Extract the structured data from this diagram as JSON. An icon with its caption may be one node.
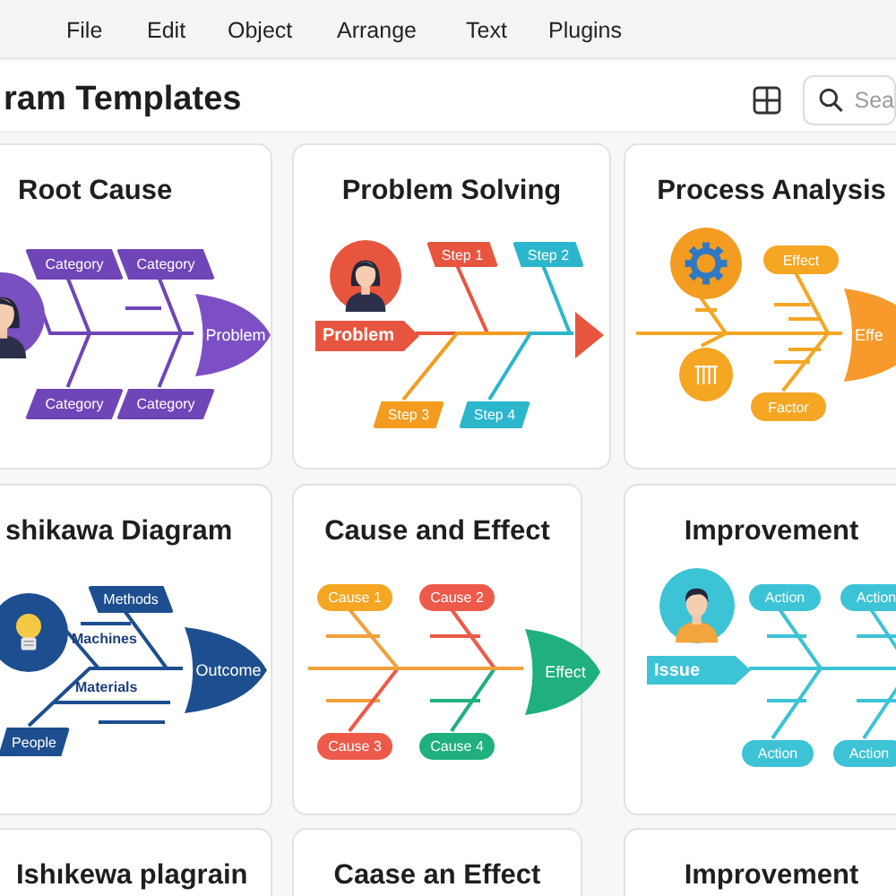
{
  "diagram": {
    "title": "ram Templates",
    "nodes": [
      {
        "text": [
          "Root Cause"
        ]
      },
      {
        "text": [],
        "shape": "picture",
        "in": 0
      },
      {
        "text": [
          "Category"
        ],
        "in": 0
      },
      {
        "text": [
          "Category"
        ],
        "in": 0
      },
      {
        "text": [
          "Category"
        ],
        "in": 0
      },
      {
        "text": [
          "Category"
        ],
        "in": 0
      },
      {
        "text": [
          "Problem"
        ],
        "in": 0
      },
      {
        "text": [
          "Problem Solving"
        ]
      },
      {
        "text": [],
        "shape": "picture",
        "in": 7
      },
      {
        "text": [
          "Step 1"
        ],
        "in": 7
      },
      {
        "text": [
          "Step 2"
        ],
        "in": 7
      },
      {
        "text": [
          "Problem"
        ],
        "in": 7
      },
      {
        "text": [],
        "shape": "triangle",
        "in": 7
      },
      {
        "text": [
          "Step 3"
        ],
        "in": 7
      },
      {
        "text": [
          "Step 4"
        ],
        "in": 7
      },
      {
        "text": [
          "Process Analysis"
        ]
      },
      {
        "text": [],
        "shape": "circle",
        "in": 15
      },
      {
        "text": [
          "Effect"
        ],
        "in": 15
      },
      {
        "text": [
          "Effe"
        ],
        "in": 15
      },
      {
        "text": [],
        "shape": "circle",
        "in": 15
      },
      {
        "text": [
          "Factor"
        ],
        "in": 15
      },
      {
        "text": [
          "shikawa Diagram"
        ]
      },
      {
        "text": [],
        "shape": "circle",
        "in": 21
      },
      {
        "text": [
          "Methods"
        ],
        "in": 21
      },
      {
        "text": [
          "Outcome"
        ],
        "in": 21
      },
      {
        "text": [
          "People"
        ],
        "in": 21
      },
      {
        "text": [
          "Cause and Effect"
        ]
      },
      {
        "text": [
          "Cause 1"
        ],
        "in": 26
      },
      {
        "text": [
          "Cause 2"
        ],
        "in": 26
      },
      {
        "text": [
          "Effect"
        ],
        "in": 26
      },
      {
        "text": [
          "Cause 3"
        ],
        "in": 26
      },
      {
        "text": [
          "Cause 4"
        ],
        "in": 26
      },
      {
        "text": [
          "Improvement"
        ]
      },
      {
        "text": [],
        "shape": "picture",
        "in": 32
      },
      {
        "text": [
          "Action"
        ],
        "in": 32
      },
      {
        "text": [
          "Action"
        ],
        "in": 32
      },
      {
        "text": [
          "Issue"
        ],
        "in": 32
      },
      {
        "text": [
          "Action"
        ],
        "in": 32
      },
      {
        "text": [
          "Action"
        ],
        "in": 32
      },
      {
        "text": [
          "Ishıkewa plagrain"
        ]
      },
      {
        "text": [
          "Caase an Effect"
        ]
      },
      {
        "text": [
          "Improvement"
        ]
      }
    ],
    "edges": [
      {
        "from": 1,
        "to": 6,
        "arrow": "none",
        "color": "#6f45b8"
      },
      {
        "from": 2,
        "to": 6,
        "arrow": "none",
        "color": "#6f45b8"
      },
      {
        "from": 3,
        "to": 6,
        "arrow": "none",
        "color": "#6f45b8"
      },
      {
        "from": 4,
        "to": 6,
        "arrow": "none",
        "color": "#6f45b8"
      },
      {
        "from": 5,
        "to": 6,
        "arrow": "none",
        "color": "#6f45b8"
      },
      {
        "from": 11,
        "to": 12,
        "arrow": "none",
        "color": "#e8553f"
      },
      {
        "from": 9,
        "to": 12,
        "arrow": "none",
        "color": "#e8553f"
      },
      {
        "from": 13,
        "to": 12,
        "arrow": "none",
        "color": "#f39c1f"
      },
      {
        "from": 10,
        "to": 12,
        "arrow": "none",
        "color": "#2bb6cc"
      },
      {
        "from": 14,
        "to": 12,
        "arrow": "none",
        "color": "#2bb6cc"
      },
      {
        "from": 16,
        "to": 18,
        "arrow": "none",
        "color": "#f5a623"
      },
      {
        "from": 17,
        "to": 18,
        "arrow": "none",
        "color": "#f5a623"
      },
      {
        "from": 19,
        "to": 18,
        "arrow": "none",
        "color": "#f5a623"
      },
      {
        "from": 20,
        "to": 18,
        "arrow": "none",
        "color": "#f5a623"
      },
      {
        "from": 22,
        "to": 24,
        "arrow": "none",
        "color": "#1d4e8f"
      },
      {
        "from": 23,
        "to": 24,
        "arrow": "none",
        "color": "#1d4e8f"
      },
      {
        "from": 25,
        "to": 24,
        "arrow": "none",
        "color": "#1d4e8f"
      },
      {
        "from": 27,
        "to": 29,
        "arrow": "none",
        "color": "#f2a03a"
      },
      {
        "from": 30,
        "to": 29,
        "arrow": "none",
        "color": "#ee5a4a"
      },
      {
        "from": 28,
        "to": 29,
        "arrow": "none",
        "color": "#ee5a4a"
      },
      {
        "from": 31,
        "to": 29,
        "arrow": "none",
        "color": "#1fb07e"
      },
      {
        "from": 34,
        "to": 36,
        "arrow": "none",
        "color": "#3cc3d6"
      },
      {
        "from": 35,
        "to": 36,
        "arrow": "none",
        "color": "#3cc3d6"
      },
      {
        "from": 37,
        "to": 36,
        "arrow": "none",
        "color": "#3cc3d6"
      },
      {
        "from": 38,
        "to": 36,
        "arrow": "none",
        "color": "#3cc3d6"
      },
      {
        "from": null,
        "to": 18,
        "arrow": "none",
        "color": "#f5a623"
      },
      {
        "from": null,
        "to": 29,
        "arrow": "none",
        "color": "#f2a03a"
      }
    ],
    "labels": [
      "File",
      "Edit",
      "Object",
      "Arrange",
      "Text",
      "Plugins",
      "Sea",
      "Machines",
      "Materials"
    ]
  }
}
